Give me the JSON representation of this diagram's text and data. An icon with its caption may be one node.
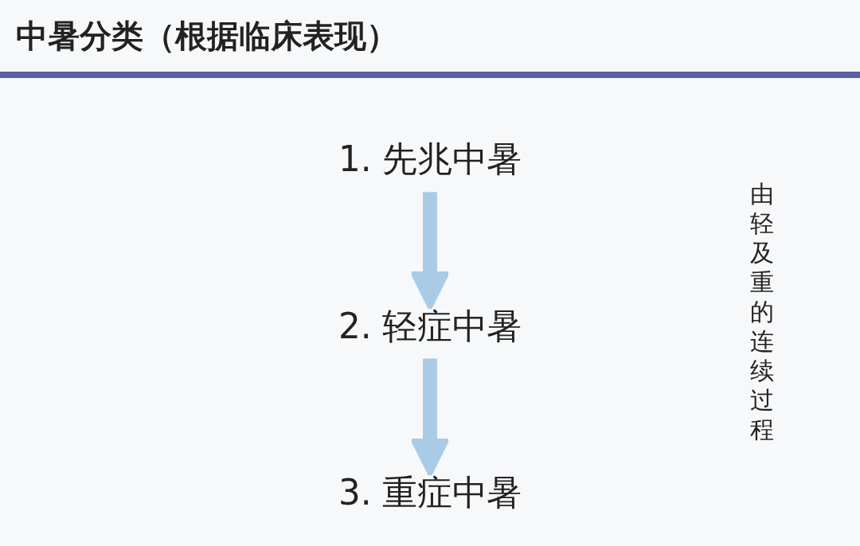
{
  "diagram": {
    "title": "中暑分类（根据临床表现）",
    "nodes": [
      {
        "text": [
          "1. 先兆中暑"
        ]
      },
      {
        "text": [
          "2. 轻症中暑"
        ]
      },
      {
        "text": [
          "3. 重症中暑"
        ]
      }
    ],
    "edges": [
      {
        "from": 0,
        "to": 1,
        "arrow": "to"
      },
      {
        "from": 1,
        "to": 2,
        "arrow": "to"
      }
    ],
    "labels": [
      "由轻及重的连续过程"
    ]
  }
}
